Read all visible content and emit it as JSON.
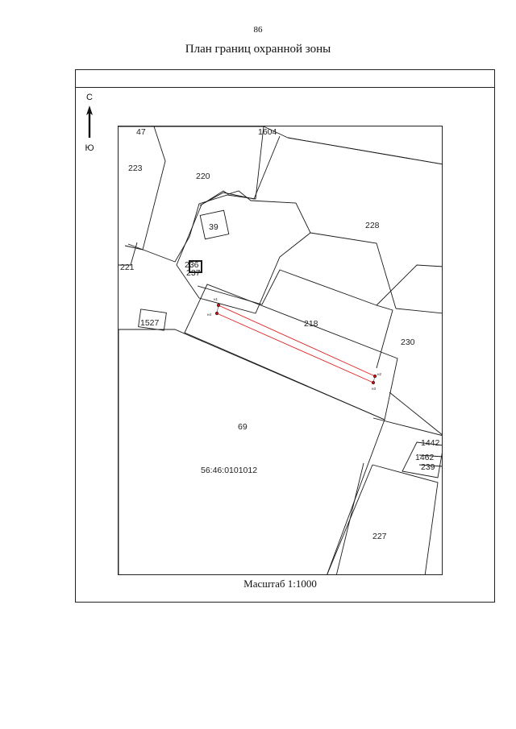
{
  "page": {
    "number": "86",
    "title": "План границ охранной зоны",
    "scale": "Масштаб 1:1000"
  },
  "north_arrow": {
    "north_label": "С",
    "south_label": "Ю"
  },
  "map": {
    "cadastral_quarter": "56:46:0101012",
    "parcels": [
      "47",
      "1604",
      "223",
      "220",
      "39",
      "228",
      "221",
      "236",
      "237",
      "1527",
      "218",
      "230",
      "69",
      "1442",
      "1462",
      "239",
      "227"
    ],
    "points": [
      "н1",
      "н2",
      "н3",
      "н4"
    ],
    "colors": {
      "boundary": "#1a1a1a",
      "zone": "#e02020",
      "point": "#cc1010"
    }
  }
}
